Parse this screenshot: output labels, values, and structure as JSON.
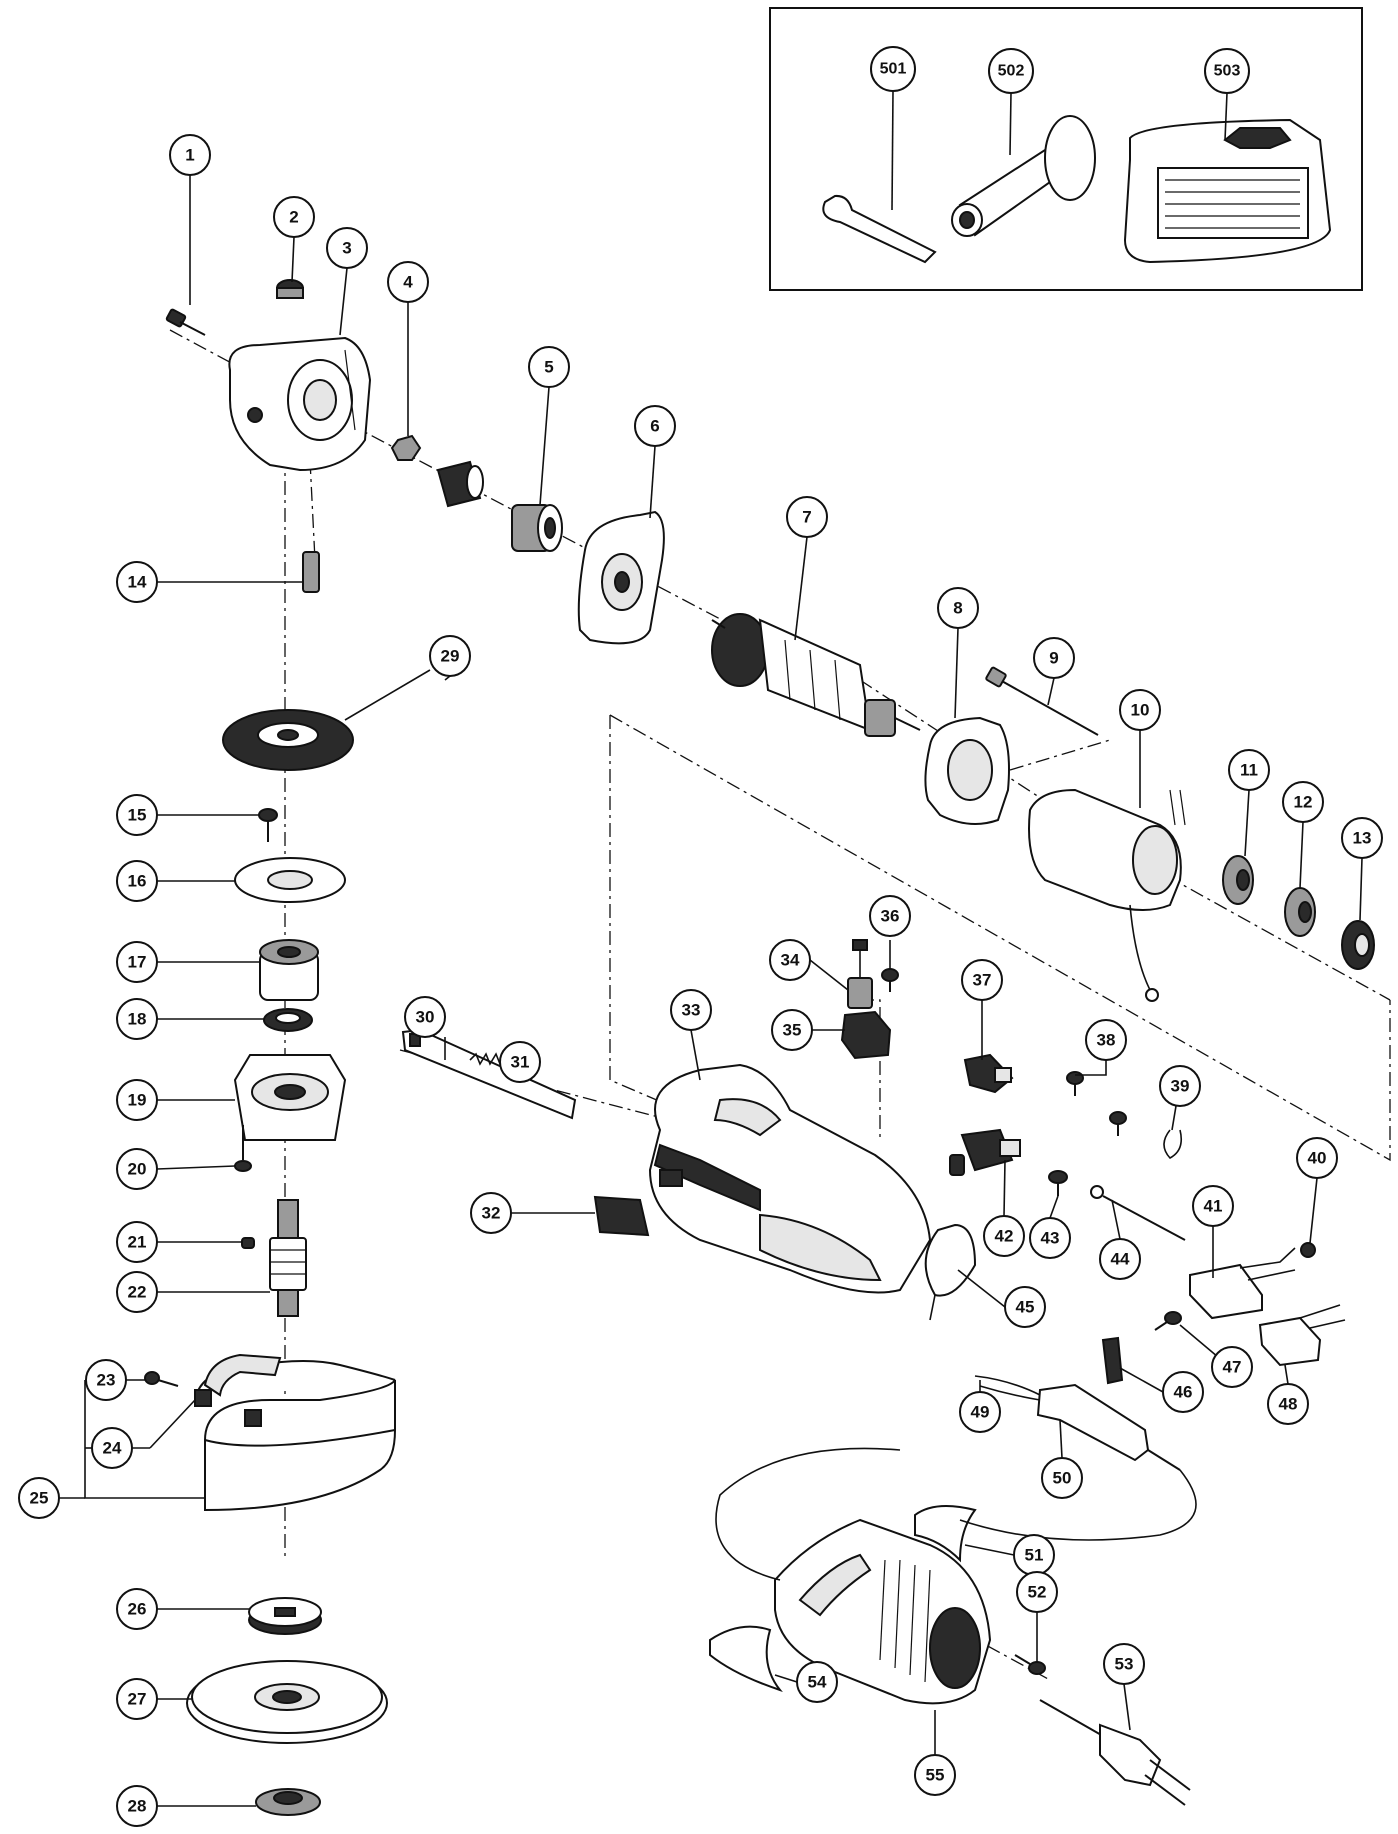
{
  "diagram": {
    "callouts": [
      "1",
      "2",
      "3",
      "4",
      "5",
      "6",
      "7",
      "8",
      "9",
      "10",
      "11",
      "12",
      "13",
      "14",
      "15",
      "16",
      "17",
      "18",
      "19",
      "20",
      "21",
      "22",
      "23",
      "24",
      "25",
      "26",
      "27",
      "28",
      "29",
      "30",
      "31",
      "32",
      "33",
      "34",
      "35",
      "36",
      "37",
      "38",
      "39",
      "40",
      "41",
      "42",
      "43",
      "44",
      "45",
      "46",
      "47",
      "48",
      "49",
      "50",
      "51",
      "52",
      "53",
      "54",
      "55"
    ],
    "accessory_callouts": [
      "501",
      "502",
      "503"
    ]
  }
}
